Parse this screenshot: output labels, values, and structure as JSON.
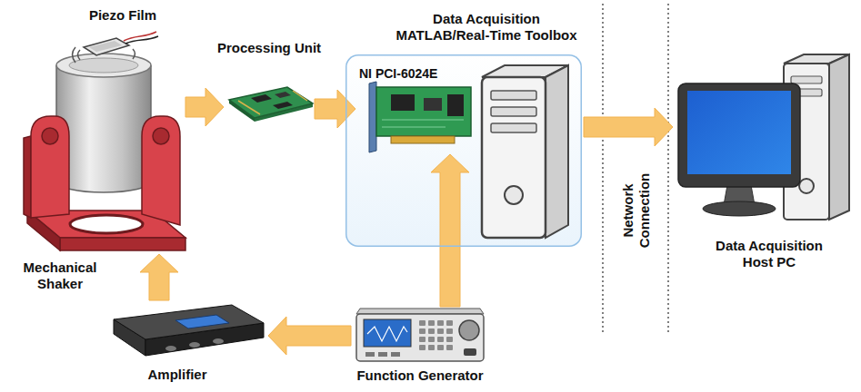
{
  "diagram": {
    "nodes": [
      {
        "text": [
          "Piezo Film"
        ]
      },
      {
        "text": [
          "Mechanical Shaker"
        ]
      },
      {
        "text": [
          "Processing Unit"
        ]
      },
      {
        "text": [
          "Data Acquisition MATLAB/Real-Time Toolbox"
        ]
      },
      {
        "text": [
          "NI PCI-6024E"
        ],
        "in": 3
      },
      {
        "text": [
          "Data Acquisition Host PC"
        ]
      },
      {
        "text": [
          "Amplifier"
        ]
      },
      {
        "text": [
          "Function Generator"
        ]
      }
    ],
    "edges": [
      {
        "from": 1,
        "to": 2,
        "arrow": "to"
      },
      {
        "from": 2,
        "to": 4,
        "arrow": "to"
      },
      {
        "from": 3,
        "to": 5,
        "arrow": "to"
      },
      {
        "from": 7,
        "to": 6,
        "arrow": "to"
      },
      {
        "from": 6,
        "to": 1,
        "arrow": "to"
      },
      {
        "from": 7,
        "to": 4,
        "arrow": "to"
      }
    ],
    "labels": [
      "Network Connection"
    ]
  }
}
